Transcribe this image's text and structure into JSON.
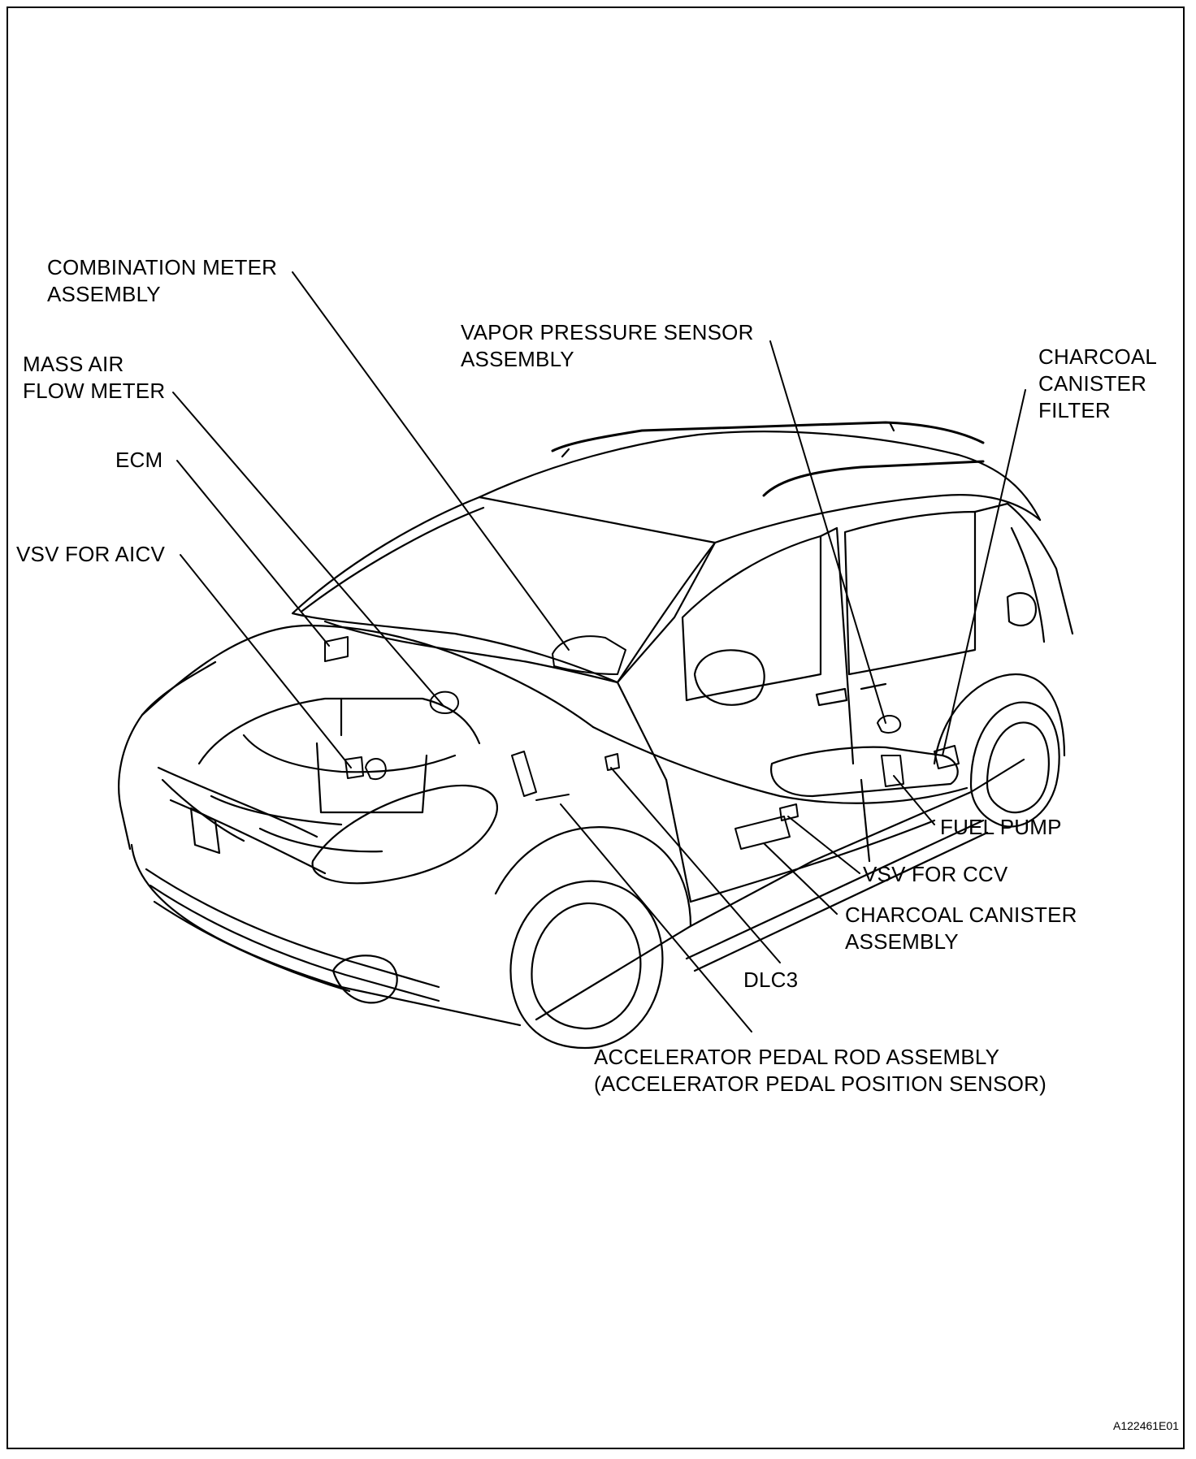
{
  "labels": {
    "combination_meter": "COMBINATION METER\nASSEMBLY",
    "mass_air_flow_meter": "MASS AIR\nFLOW METER",
    "ecm": "ECM",
    "vsv_aicv": "VSV FOR AICV",
    "vapor_pressure_sensor": "VAPOR PRESSURE SENSOR\nASSEMBLY",
    "charcoal_canister_filter": "CHARCOAL\nCANISTER\nFILTER",
    "fuel_pump": "FUEL PUMP",
    "vsv_ccv": "VSV FOR CCV",
    "charcoal_canister_assembly": "CHARCOAL CANISTER\nASSEMBLY",
    "dlc3": "DLC3",
    "accelerator_pedal": "ACCELERATOR PEDAL ROD ASSEMBLY\n(ACCELERATOR PEDAL POSITION SENSOR)"
  },
  "figure_id": "A122461E01",
  "colors": {
    "line": "#000000",
    "background": "#ffffff"
  }
}
